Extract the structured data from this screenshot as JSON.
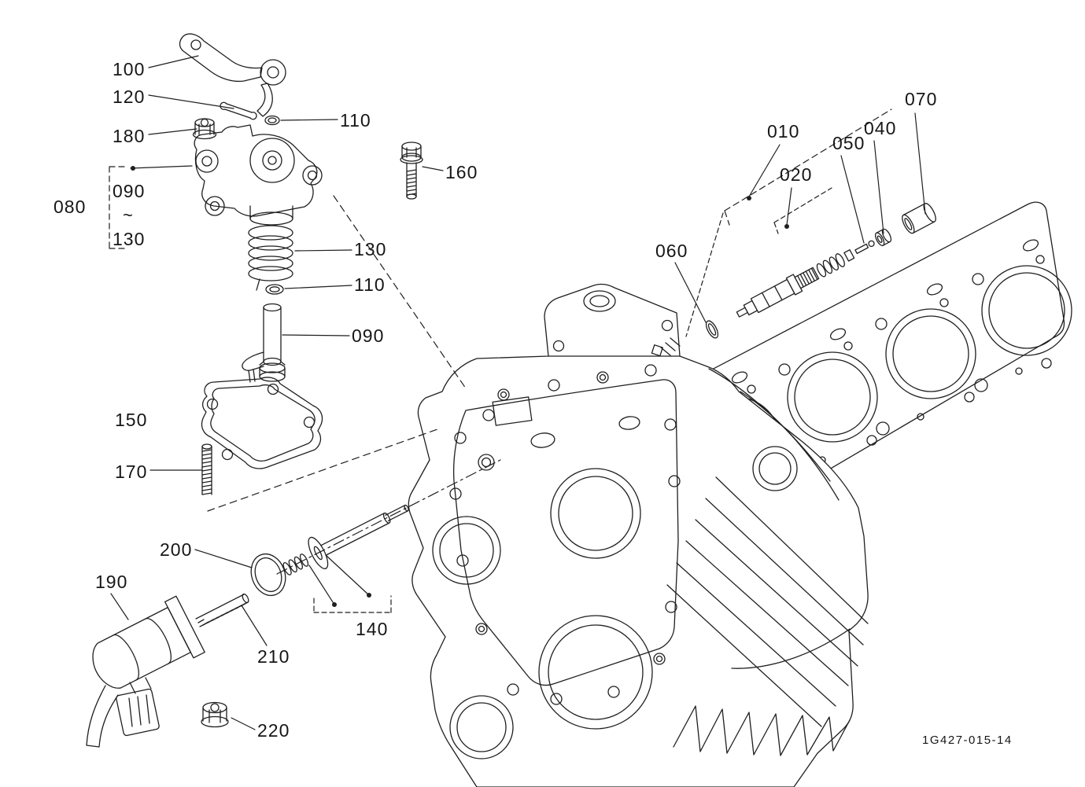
{
  "figure": {
    "code": "1G427-015-14"
  },
  "callouts": {
    "c100": "100",
    "c120": "120",
    "c180": "180",
    "c080": "080",
    "c090_range_start": "090",
    "range_tilde": "~",
    "c130_range_end": "130",
    "c110_upper": "110",
    "c160": "160",
    "c130_spring": "130",
    "c110_lower": "110",
    "c090_shaft": "090",
    "c150": "150",
    "c170": "170",
    "c200": "200",
    "c190": "190",
    "c210": "210",
    "c220": "220",
    "c140": "140",
    "c060": "060",
    "c010": "010",
    "c020": "020",
    "c050": "050",
    "c040": "040",
    "c070": "070"
  }
}
